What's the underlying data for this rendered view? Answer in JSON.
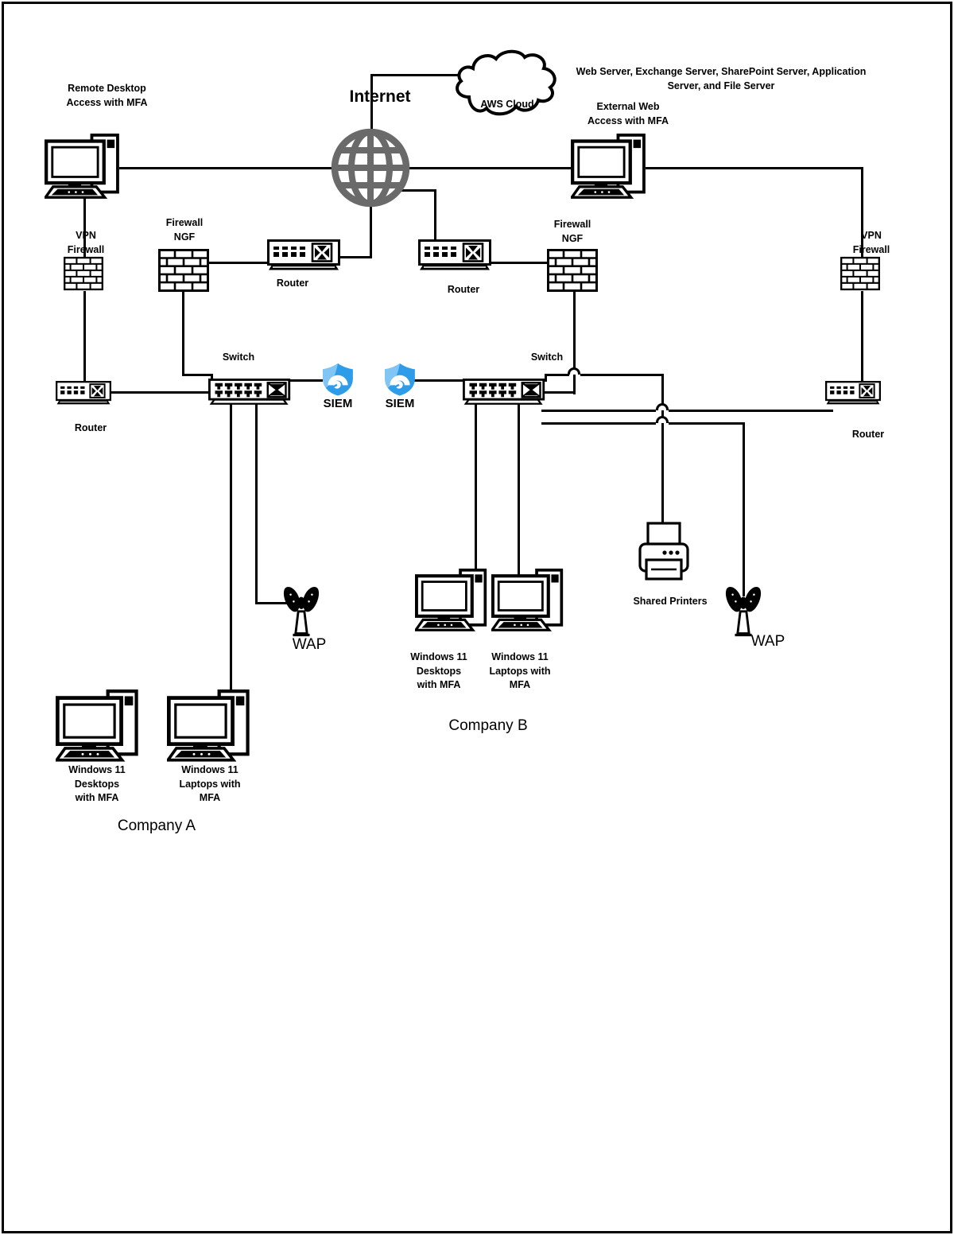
{
  "labels": {
    "remote_desktop": "Remote Desktop\nAccess with MFA",
    "internet": "Internet",
    "aws_cloud": "AWS Cloud",
    "cloud_services": "Web Server, Exchange Server, SharePoint Server, Application\nServer, and File Server",
    "external_web": "External Web\nAccess with MFA",
    "vpn_firewall_left": "VPN\nFirewall",
    "firewall_ngf_left": "Firewall\nNGF",
    "router_top_left": "Router",
    "router_top_right": "Router",
    "firewall_ngf_right": "Firewall\nNGF",
    "vpn_firewall_right": "VPN\nFirewall",
    "switch_left": "Switch",
    "switch_right": "Switch",
    "siem_left": "SIEM",
    "siem_right": "SIEM",
    "router_edge_left": "Router",
    "router_edge_right": "Router",
    "wap_left": "WAP",
    "wap_right": "WAP",
    "shared_printers": "Shared Printers",
    "company_b_desktops": "Windows 11\nDesktops\nwith MFA",
    "company_b_laptops": "Windows 11\nLaptops with\nMFA",
    "company_b": "Company B",
    "company_a_desktops": "Windows 11\nDesktops\nwith MFA",
    "company_a_laptops": "Windows 11\nLaptops with\nMFA",
    "company_a": "Company A"
  },
  "icons": {
    "cloud": "aws-cloud-icon",
    "globe": "internet-globe-icon",
    "computer": "desktop-computer-icon",
    "firewall": "brick-firewall-icon",
    "router": "router-icon",
    "switch": "switch-icon",
    "siem": "siem-shield-icon",
    "wap": "wireless-access-point-icon",
    "printer": "printer-icon"
  },
  "colors": {
    "line": "#000000",
    "globe_gray": "#6a6a6a",
    "siem_blue": "#2f9ce9",
    "siem_blue_light": "#8ecdf6",
    "background": "#ffffff"
  }
}
